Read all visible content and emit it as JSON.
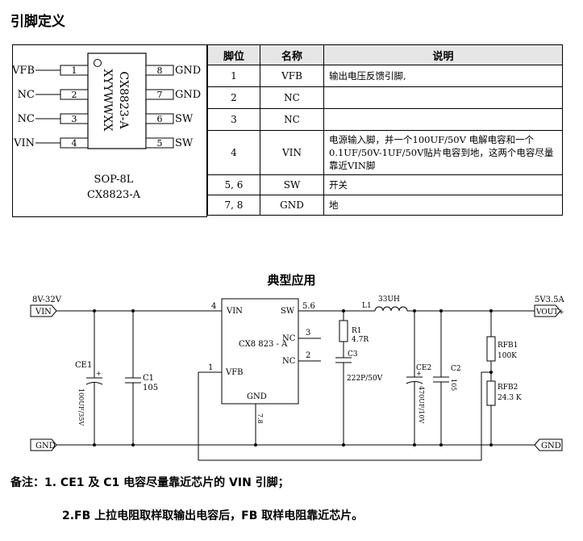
{
  "title": "引脚定义",
  "chip": {
    "marking_line1": "CX8823-A",
    "marking_line2": "XYYWWXX",
    "package": "SOP-8L",
    "part": "CX8823-A",
    "left_pins": [
      {
        "name": "VFB",
        "num": "1"
      },
      {
        "name": "NC",
        "num": "2"
      },
      {
        "name": "NC",
        "num": "3"
      },
      {
        "name": "VIN",
        "num": "4"
      }
    ],
    "right_pins": [
      {
        "name": "GND",
        "num": "8"
      },
      {
        "name": "GND",
        "num": "7"
      },
      {
        "name": "SW",
        "num": "6"
      },
      {
        "name": "SW",
        "num": "5"
      }
    ]
  },
  "pin_table": {
    "headers": [
      "脚位",
      "名称",
      "说明"
    ],
    "rows": [
      {
        "pin": "1",
        "name": "VFB",
        "desc": "输出电压反馈引脚,"
      },
      {
        "pin": "2",
        "name": "NC",
        "desc": ""
      },
      {
        "pin": "3",
        "name": "NC",
        "desc": ""
      },
      {
        "pin": "4",
        "name": "VIN",
        "desc": "电源输入脚，并一个100UF/50V 电解电容和一个0.1UF/50V-1UF/50V贴片电容到地，这两个电容尽量靠近VIN脚"
      },
      {
        "pin": "5, 6",
        "name": "SW",
        "desc": "开关"
      },
      {
        "pin": "7, 8",
        "name": "GND",
        "desc": "地"
      }
    ]
  },
  "application": {
    "title": "典型应用",
    "input_voltage": "8V-32V",
    "vin_port": "VIN",
    "gnd_port": "GND",
    "output_voltage": "5V3.5A",
    "vout_port": "VOUT+",
    "ic_label": "CX8 823 - A",
    "ic_pins": {
      "vin": "VIN",
      "sw": "SW",
      "nc1": "NC",
      "nc2": "NC",
      "vfb": "VFB",
      "gnd": "GND"
    },
    "pin_nums": {
      "vin": "4",
      "sw": "5.6",
      "nc1": "3",
      "nc2": "2",
      "vfb": "1",
      "gnd": "7.8"
    },
    "ce1": {
      "name": "CE1",
      "value": "100UF/35V"
    },
    "c1": {
      "name": "C1",
      "value": "105"
    },
    "r1": {
      "name": "R1",
      "value": "4.7R"
    },
    "c3": {
      "name": "C3",
      "value": "222P/50V"
    },
    "l1": {
      "name": "L1",
      "value": "33UH"
    },
    "ce2": {
      "name": "CE2",
      "value": "470UF/10V"
    },
    "c2": {
      "name": "C2",
      "value": "105"
    },
    "rfb1": {
      "name": "RFB1",
      "value": "100K"
    },
    "rfb2": {
      "name": "RFB2",
      "value": "24.3 K"
    }
  },
  "notes": {
    "line1": "备注：1. CE1 及 C1 电容尽量靠近芯片的 VIN 引脚；",
    "line2": "2.FB 上拉电阻取样取输出电容后，FB 取样电阻靠近芯片。"
  }
}
